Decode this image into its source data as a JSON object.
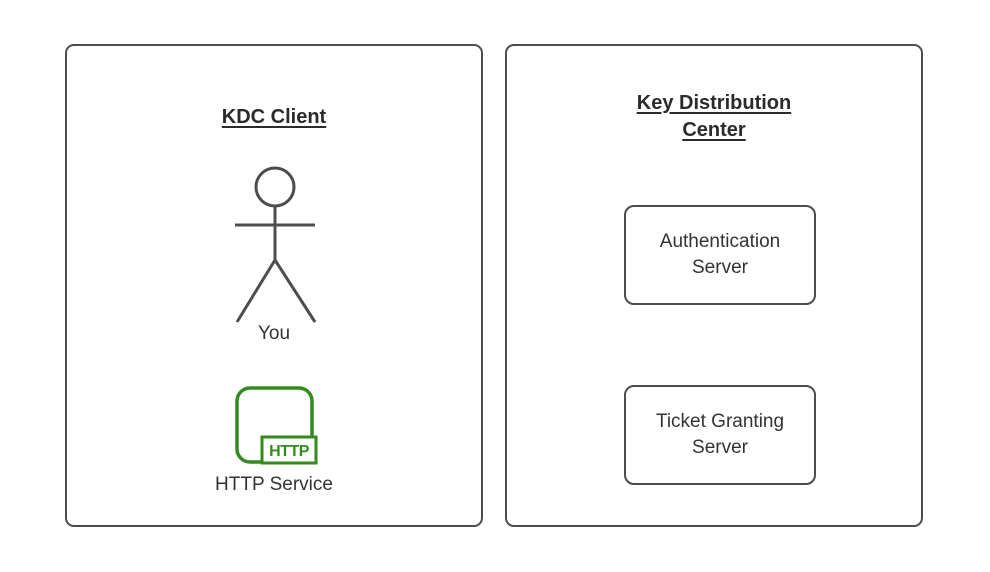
{
  "diagram": {
    "left_panel": {
      "title": "KDC Client",
      "actor": {
        "icon": "stick-figure-icon",
        "label": "You"
      },
      "service": {
        "icon": "http-service-icon",
        "badge": "HTTP",
        "label": "HTTP Service"
      }
    },
    "right_panel": {
      "title_line1": "Key Distribution",
      "title_line2": "Center",
      "servers": [
        {
          "label_line1": "Authentication",
          "label_line2": "Server"
        },
        {
          "label_line1": "Ticket Granting",
          "label_line2": "Server"
        }
      ]
    },
    "colors": {
      "outline_gray": "#4d4d4d",
      "text": "#333333",
      "title_text": "#2b2b2b",
      "service_green": "#338a1d",
      "background": "#ffffff"
    }
  }
}
